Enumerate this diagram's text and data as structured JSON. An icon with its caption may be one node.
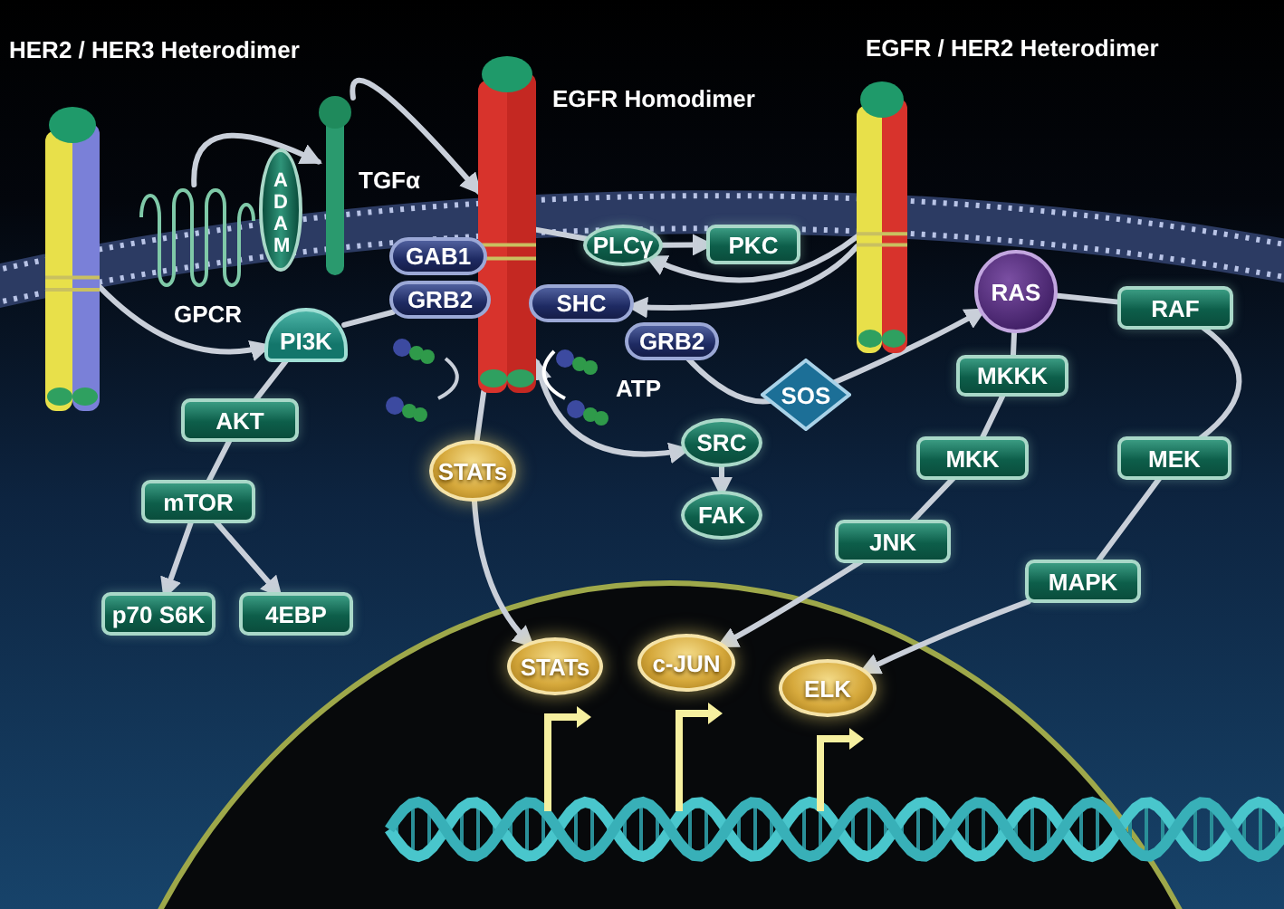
{
  "diagram": {
    "nodes": [
      {
        "text": [],
        "shape": "picture"
      },
      {
        "text": [
          "ADAM"
        ]
      },
      {
        "text": [
          "TGFα"
        ]
      },
      {
        "text": [],
        "shape": "picture"
      },
      {
        "text": [],
        "shape": "picture"
      },
      {
        "text": [
          "GPCR"
        ]
      },
      {
        "text": [
          "PI3K"
        ]
      },
      {
        "text": [
          "GAB1"
        ]
      },
      {
        "text": [
          "GRB2"
        ]
      },
      {
        "text": [
          "PLCγ"
        ]
      },
      {
        "text": [
          "PKC"
        ]
      },
      {
        "text": [
          "SHC"
        ]
      },
      {
        "text": [
          "GRB2"
        ]
      },
      {
        "text": [
          "SOS"
        ]
      },
      {
        "text": [
          "RAS"
        ]
      },
      {
        "text": [
          "RAF"
        ]
      },
      {
        "text": [
          "MKKK"
        ]
      },
      {
        "text": [
          "MKK"
        ]
      },
      {
        "text": [
          "MEK"
        ]
      },
      {
        "text": [
          "JNK"
        ]
      },
      {
        "text": [
          "MAPK"
        ]
      },
      {
        "text": [
          "STATs"
        ]
      },
      {
        "text": [
          "SRC"
        ]
      },
      {
        "text": [
          "FAK"
        ]
      },
      {
        "text": [
          "AKT"
        ]
      },
      {
        "text": [
          "mTOR"
        ]
      },
      {
        "text": [
          "p70 S6K"
        ]
      },
      {
        "text": [
          "4EBP"
        ]
      },
      {
        "text": [
          "STATs"
        ]
      },
      {
        "text": [
          "c-JUN"
        ]
      },
      {
        "text": [
          "ELK"
        ]
      }
    ],
    "edges": [
      {
        "from": 0,
        "to": 6,
        "arrow": "to"
      },
      {
        "from": 5,
        "to": 2,
        "arrow": "to"
      },
      {
        "from": 2,
        "to": 3,
        "arrow": "to"
      },
      {
        "from": 8,
        "to": 6,
        "arrow": "none"
      },
      {
        "from": 6,
        "to": 24,
        "arrow": "none"
      },
      {
        "from": 24,
        "to": 25,
        "arrow": "none"
      },
      {
        "from": 25,
        "to": 26,
        "arrow": "to"
      },
      {
        "from": 25,
        "to": 27,
        "arrow": "to"
      },
      {
        "from": 3,
        "to": 9,
        "arrow": "none"
      },
      {
        "from": 9,
        "to": 10,
        "arrow": "to"
      },
      {
        "from": 4,
        "to": 9,
        "arrow": "to"
      },
      {
        "from": 4,
        "to": 11,
        "arrow": "to"
      },
      {
        "from": 12,
        "to": 13,
        "arrow": "none"
      },
      {
        "from": 13,
        "to": 14,
        "arrow": "to"
      },
      {
        "from": 14,
        "to": 15,
        "arrow": "none"
      },
      {
        "from": 14,
        "to": 16,
        "arrow": "none"
      },
      {
        "from": 16,
        "to": 17,
        "arrow": "none"
      },
      {
        "from": 17,
        "to": 19,
        "arrow": "none"
      },
      {
        "from": 19,
        "to": 29,
        "arrow": "to"
      },
      {
        "from": 15,
        "to": 18,
        "arrow": "none"
      },
      {
        "from": 18,
        "to": 20,
        "arrow": "none"
      },
      {
        "from": 20,
        "to": 30,
        "arrow": "to"
      },
      {
        "from": 3,
        "to": 21,
        "arrow": "none"
      },
      {
        "from": 21,
        "to": 28,
        "arrow": "to"
      },
      {
        "from": 3,
        "to": 22,
        "arrow": "both"
      },
      {
        "from": 22,
        "to": 23,
        "arrow": "to"
      }
    ],
    "labels": [
      "HER2 / HER3 Heterodimer",
      "EGFR / HER2 Heterodimer",
      "EGFR Homodimer",
      "ATP"
    ]
  }
}
